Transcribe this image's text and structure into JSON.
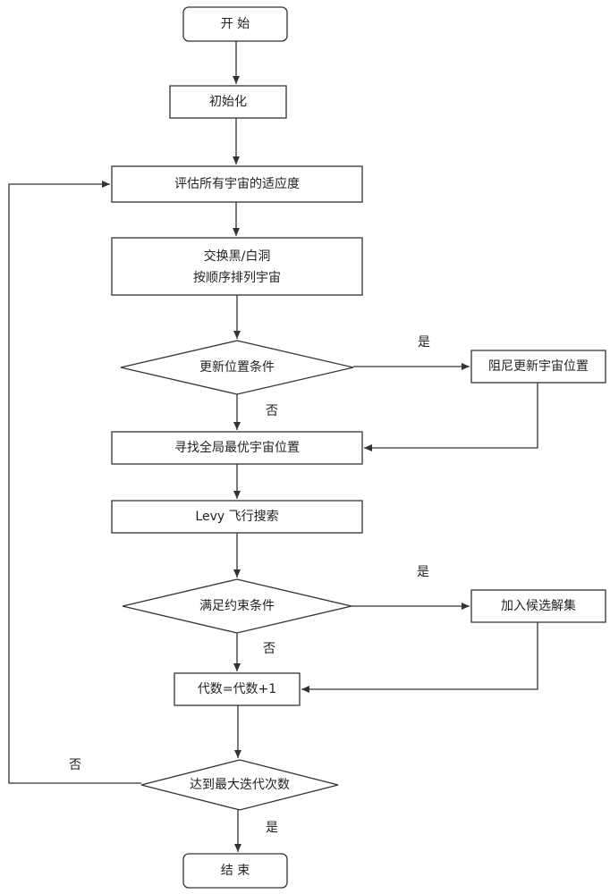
{
  "diagram": {
    "type": "flowchart",
    "nodes": {
      "start": "开 始",
      "init": "初始化",
      "evaluate": "评估所有宇宙的适应度",
      "swap_line1": "交换黑/白洞",
      "swap_line2": "按顺序排列宇宙",
      "update_condition": "更新位置条件",
      "damped_update": "阻尼更新宇宙位置",
      "find_best": "寻找全局最优宇宙位置",
      "levy": "Levy 飞行搜索",
      "constraint_check": "满足约束条件",
      "add_candidate": "加入候选解集",
      "generation": "代数=代数+1",
      "max_iter": "达到最大迭代次数",
      "end": "结 束"
    },
    "edge_labels": {
      "update_yes": "是",
      "update_no": "否",
      "constraint_yes": "是",
      "constraint_no": "否",
      "max_no": "否",
      "max_yes": "是"
    },
    "colors": {
      "stroke": "#333333",
      "text": "#222222",
      "background": "#ffffff"
    }
  }
}
